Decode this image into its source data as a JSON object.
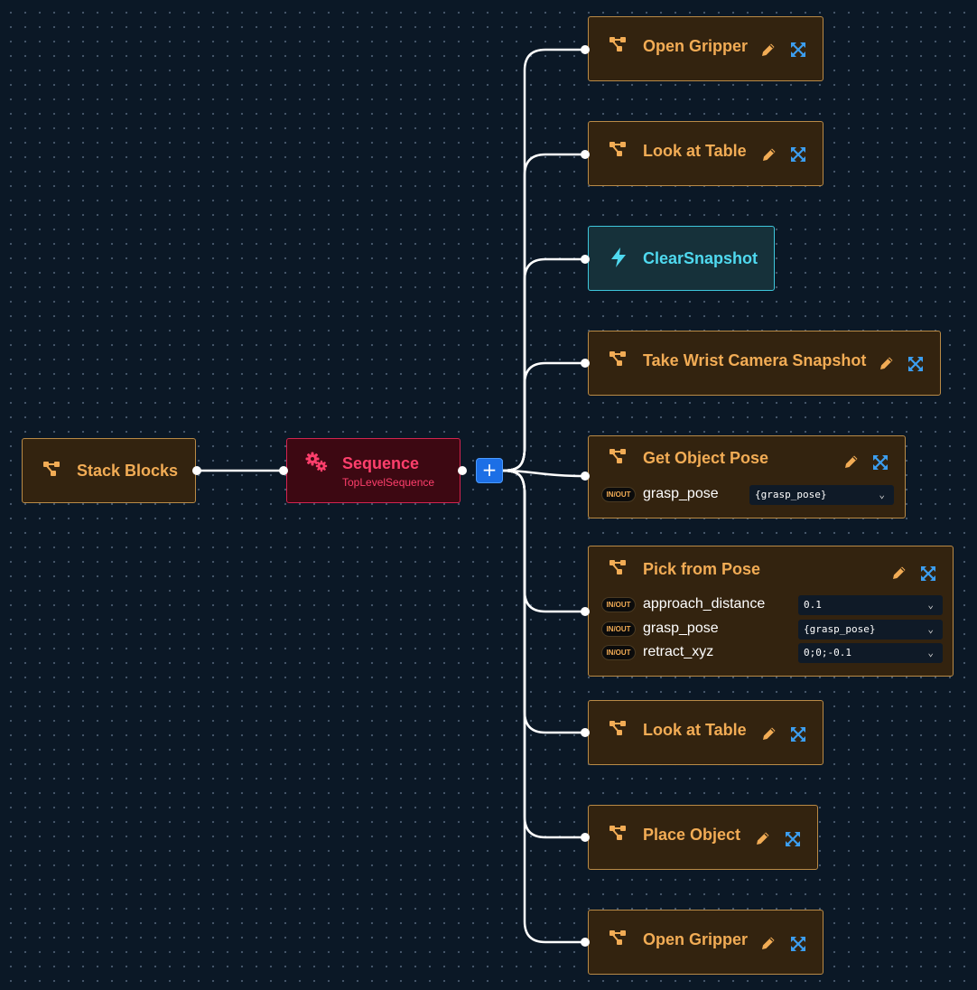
{
  "root": {
    "title": "Stack Blocks"
  },
  "sequence": {
    "title": "Sequence",
    "subtitle": "TopLevelSequence",
    "add_button": "+"
  },
  "children": [
    {
      "title": "Open Gripper"
    },
    {
      "title": "Look at Table"
    },
    {
      "title": "ClearSnapshot"
    },
    {
      "title": "Take Wrist Camera Snapshot"
    },
    {
      "title": "Get Object Pose",
      "ports": [
        {
          "badge": "IN/OUT",
          "name": "grasp_pose",
          "value": "{grasp_pose}"
        }
      ]
    },
    {
      "title": "Pick from Pose",
      "ports": [
        {
          "badge": "IN/OUT",
          "name": "approach_distance",
          "value": "0.1"
        },
        {
          "badge": "IN/OUT",
          "name": "grasp_pose",
          "value": "{grasp_pose}"
        },
        {
          "badge": "IN/OUT",
          "name": "retract_xyz",
          "value": "0;0;-0.1"
        }
      ]
    },
    {
      "title": "Look at Table"
    },
    {
      "title": "Place Object"
    },
    {
      "title": "Open Gripper"
    }
  ],
  "icons": {
    "subtree": "subtree-icon",
    "action": "lightning-icon",
    "sequence": "gears-icon",
    "edit": "pencil-icon",
    "expand": "expand-icon",
    "dropdown": "chevron-down-icon"
  },
  "colors": {
    "background": "#0b1826",
    "subtree_fill": "#33230f",
    "subtree_border": "#b98a46",
    "subtree_text": "#f2ac55",
    "action_fill": "#16313a",
    "action_text": "#4fd9ef",
    "sequence_fill": "#3d0812",
    "sequence_text": "#ff3f6c",
    "edit_icon": "#f2ac55",
    "expand_icon": "#3c9ef0",
    "add_button": "#1c6fe6"
  }
}
